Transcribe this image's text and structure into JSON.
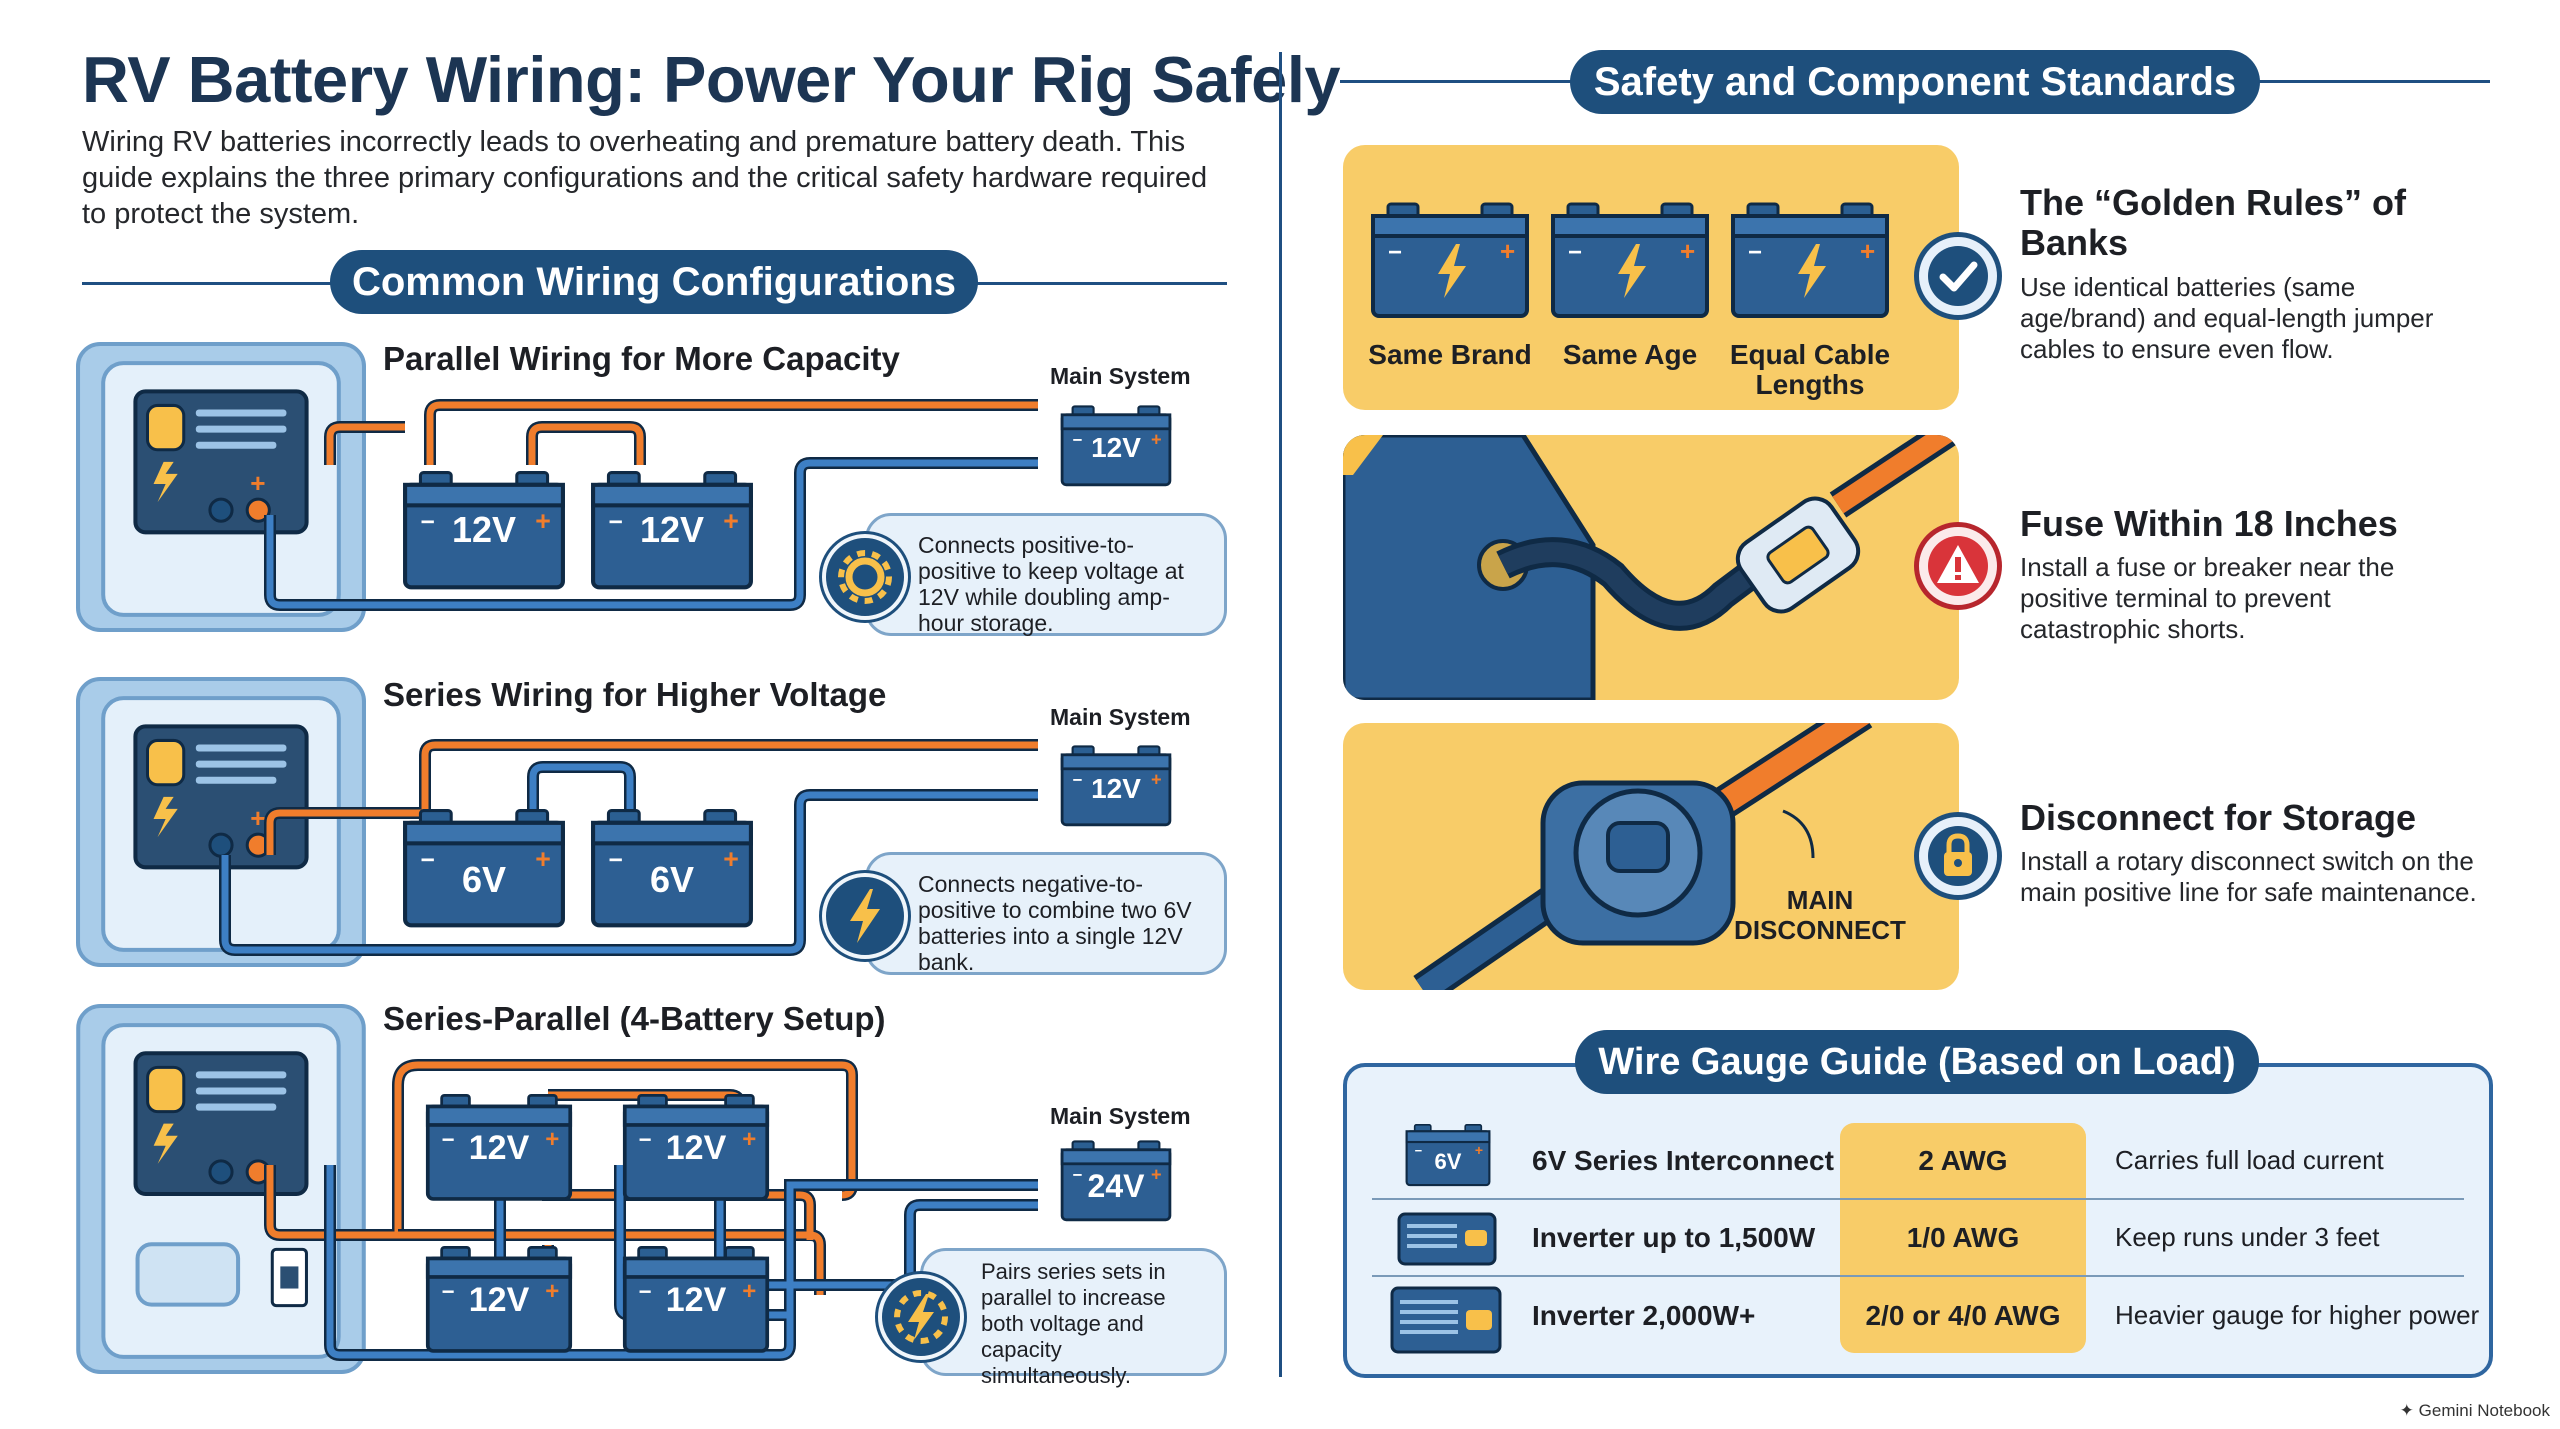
{
  "header": {
    "title": "RV Battery Wiring: Power Your Rig Safely",
    "intro": "Wiring RV batteries incorrectly leads to overheating and premature battery death. This guide explains the three primary configurations and the critical safety hardware required to protect the system."
  },
  "left": {
    "section_title": "Common Wiring Configurations",
    "configs": [
      {
        "title": "Parallel Wiring for More Capacity",
        "main_label": "Main System",
        "main_voltage": "12V",
        "batteries": [
          "12V",
          "12V"
        ],
        "note": "Connects positive-to-positive to keep voltage at 12V while doubling amp-hour storage.",
        "icon": "gear-icon"
      },
      {
        "title": "Series Wiring for Higher Voltage",
        "main_label": "Main System",
        "main_voltage": "12V",
        "batteries": [
          "6V",
          "6V"
        ],
        "note": "Connects negative-to-positive to combine two 6V batteries into a single 12V bank.",
        "icon": "lightning-icon"
      },
      {
        "title": "Series-Parallel (4-Battery Setup)",
        "main_label": "Main System",
        "main_voltage": "24V",
        "batteries": [
          "12V",
          "12V",
          "12V",
          "12V"
        ],
        "note": "Pairs series sets in parallel to increase both voltage and capacity simultaneously.",
        "icon": "gear-lightning-icon"
      }
    ]
  },
  "right": {
    "section_title": "Safety and Component Standards",
    "rules": [
      {
        "title": "The “Golden Rules” of Banks",
        "body": "Use identical batteries (same age/brand) and equal-length jumper cables to ensure even flow.",
        "icon": "checkmark-icon",
        "labels": [
          "Same Brand",
          "Same Age",
          "Equal Cable Lengths"
        ]
      },
      {
        "title": "Fuse Within 18 Inches",
        "body": "Install a fuse or breaker near the positive terminal to prevent catastrophic shorts.",
        "icon": "warning-icon"
      },
      {
        "title": "Disconnect for Storage",
        "body": "Install a rotary disconnect switch on the main positive line for safe maintenance.",
        "icon": "lock-icon",
        "switch_label": "MAIN DISCONNECT"
      }
    ],
    "gauge": {
      "title": "Wire Gauge Guide (Based on Load)",
      "rows": [
        {
          "icon_label": "6V",
          "name": "6V Series Interconnect",
          "awg": "2 AWG",
          "note": "Carries full load current"
        },
        {
          "name": "Inverter up to 1,500W",
          "awg": "1/0 AWG",
          "note": "Keep runs under 3 feet"
        },
        {
          "name": "Inverter 2,000W+",
          "awg": "2/0 or 4/0 AWG",
          "note": "Heavier gauge for higher power"
        }
      ]
    }
  },
  "footer": {
    "brand": "Gemini Notebook"
  },
  "colors": {
    "navy": "#1e4f7c",
    "orange": "#f07d2c",
    "blue_wire": "#3d7fc4",
    "gold": "#f8cc68",
    "panel": "#cfe3f3"
  }
}
